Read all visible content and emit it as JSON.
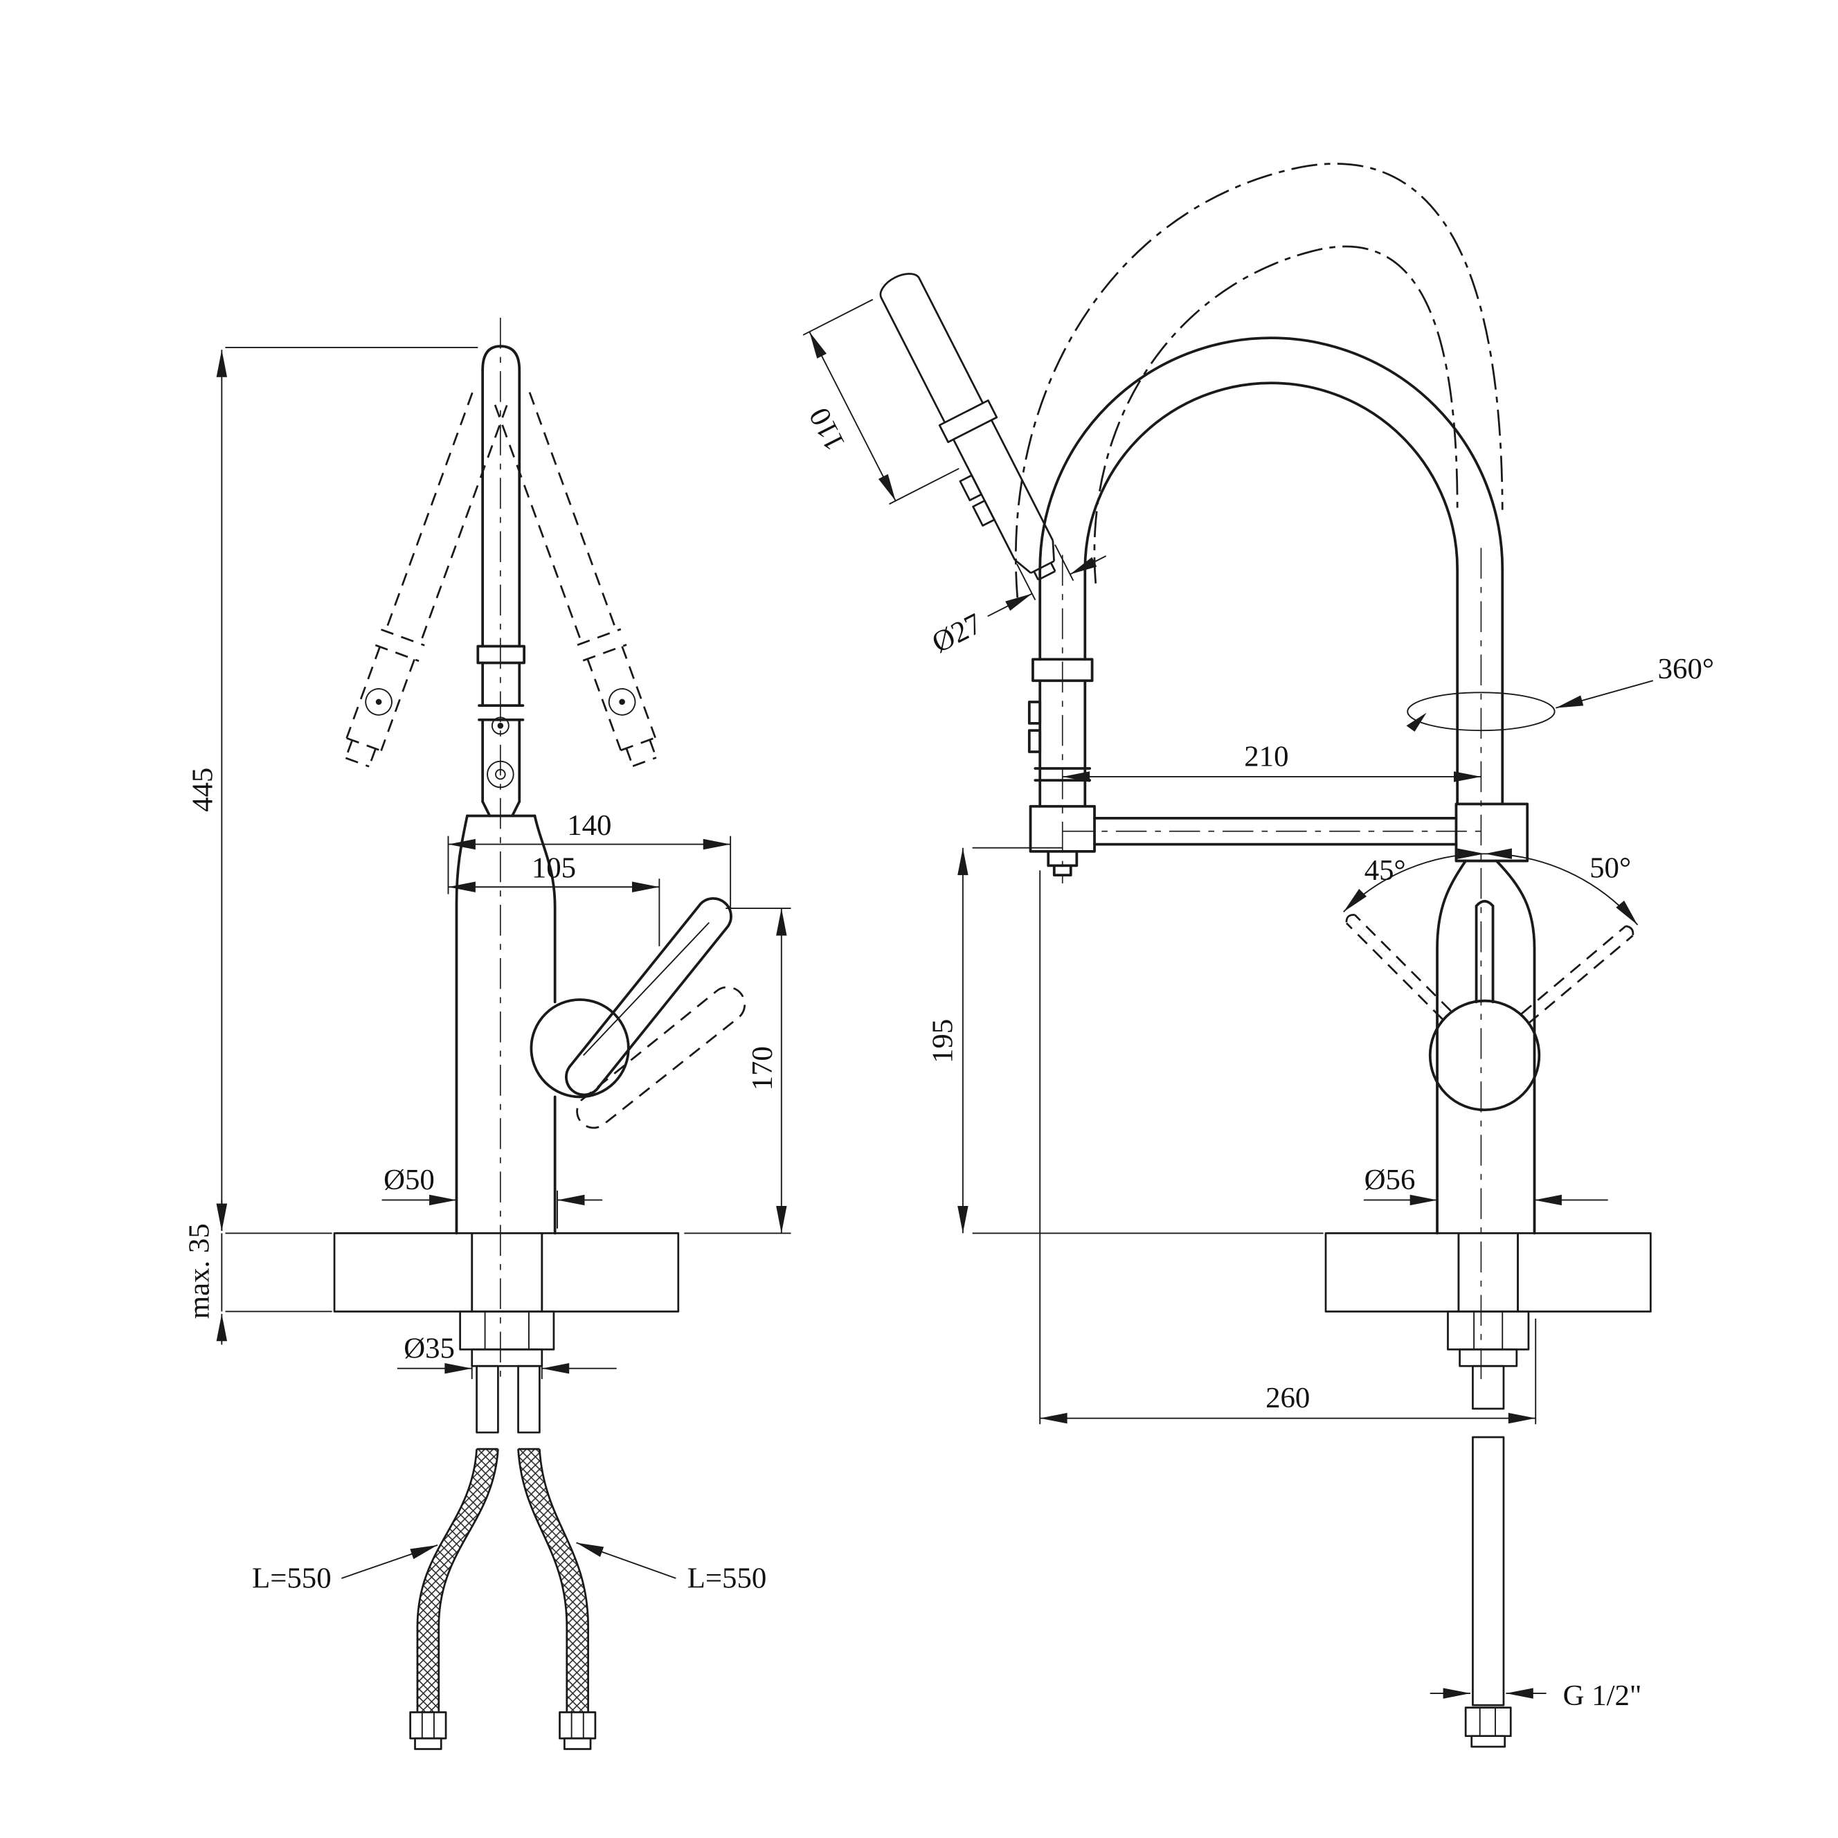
{
  "drawing": {
    "front": {
      "overall_height": "445",
      "swing_width": "140",
      "handle_width": "105",
      "body_height": "170",
      "base_diameter": "Ø50",
      "deck_thickness": "max. 35",
      "hole_diameter": "Ø35",
      "hose_length_left": "L=550",
      "hose_length_right": "L=550"
    },
    "side": {
      "spray_head_length": "110",
      "spray_head_diameter": "Ø27",
      "swivel_angle": "360°",
      "spout_reach": "210",
      "handle_angle_left": "45°",
      "handle_angle_right": "50°",
      "spout_height": "195",
      "base_diameter": "Ø56",
      "overall_depth": "260",
      "thread_size": "G 1/2\""
    },
    "colors": {
      "line": "#1a1a1a",
      "background": "#ffffff"
    }
  }
}
